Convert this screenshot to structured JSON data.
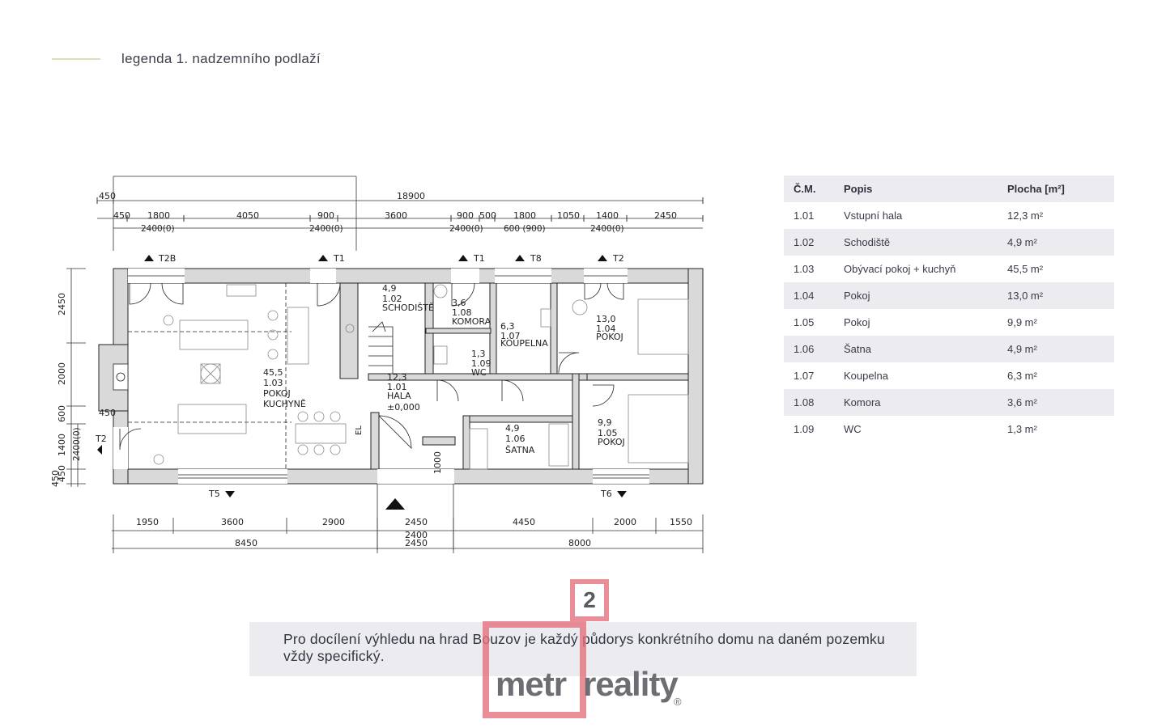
{
  "header": {
    "title": "legenda 1. nadzemního podlaží"
  },
  "plan": {
    "dims_top_total": "18900",
    "dims_top_first": "450",
    "dims_top_row": [
      "450",
      "1800",
      "4050",
      "900",
      "3600",
      "900",
      "500",
      "1800",
      "1050",
      "1400",
      "2450"
    ],
    "dims_top_windows": [
      "2400(0)",
      "2400(0)",
      "2400(0)",
      "600 (900)",
      "2400(0)"
    ],
    "dims_bottom_row": [
      "1950",
      "3600",
      "2900",
      "2450",
      "4450",
      "2000",
      "1550"
    ],
    "dims_bottom_mid": [
      "2400",
      "2450"
    ],
    "dims_bottom_total": [
      "8450",
      "8000"
    ],
    "dims_left": [
      "2450",
      "2000",
      "600",
      "1400",
      "450",
      "450"
    ],
    "dims_left_window": "2400(0)",
    "dims_left_top": "450",
    "dims_entry": "1000",
    "window_tags": [
      "T2B",
      "T1",
      "T1",
      "T8",
      "T2",
      "T2",
      "T5",
      "T6"
    ],
    "el_tag": "EL",
    "rooms": [
      {
        "area": "45,5",
        "code": "1.03",
        "name1": "POKOJ",
        "name2": "KUCHYNĚ"
      },
      {
        "area": "4,9",
        "code": "1.02",
        "name1": "SCHODIŠTĚ",
        "name2": ""
      },
      {
        "area": "3,6",
        "code": "1.08",
        "name1": "KOMORA",
        "name2": ""
      },
      {
        "area": "6,3",
        "code": "1.07",
        "name1": "KOUPELNA",
        "name2": ""
      },
      {
        "area": "1,3",
        "code": "1.09",
        "name1": "WC",
        "name2": ""
      },
      {
        "area": "13,0",
        "code": "1.04",
        "name1": "POKOJ",
        "name2": ""
      },
      {
        "area": "12,3",
        "code": "1.01",
        "name1": "HALA",
        "name2": "±0,000"
      },
      {
        "area": "4,9",
        "code": "1.06",
        "name1": "ŠATNA",
        "name2": ""
      },
      {
        "area": "9,9",
        "code": "1.05",
        "name1": "POKOJ",
        "name2": ""
      }
    ]
  },
  "legend": {
    "headers": [
      "Č.M.",
      "Popis",
      "Plocha [m²]"
    ],
    "rows": [
      {
        "cm": "1.01",
        "popis": "Vstupní hala",
        "plocha": "12,3 m²"
      },
      {
        "cm": "1.02",
        "popis": "Schodiště",
        "plocha": "4,9 m²"
      },
      {
        "cm": "1.03",
        "popis": "Obývací pokoj + kuchyň",
        "plocha": "45,5 m²"
      },
      {
        "cm": "1.04",
        "popis": "Pokoj",
        "plocha": "13,0 m²"
      },
      {
        "cm": "1.05",
        "popis": "Pokoj",
        "plocha": "9,9 m²"
      },
      {
        "cm": "1.06",
        "popis": "Šatna",
        "plocha": "4,9 m²"
      },
      {
        "cm": "1.07",
        "popis": "Koupelna",
        "plocha": "6,3 m²"
      },
      {
        "cm": "1.08",
        "popis": "Komora",
        "plocha": "3,6 m²"
      },
      {
        "cm": "1.09",
        "popis": "WC",
        "plocha": "1,3 m²"
      }
    ]
  },
  "note": {
    "text": "Pro docílení výhledu na hrad Bouzov je každý půdorys konkrétního domu na daném pozemku vždy specifický."
  },
  "logo": {
    "number": "2",
    "word1": "metr",
    "word2": "reality",
    "reg": "®"
  },
  "colors": {
    "accent_line": "#d3e2b8",
    "logo_red": "#e36e7a",
    "wall": "#d9d9d9"
  }
}
